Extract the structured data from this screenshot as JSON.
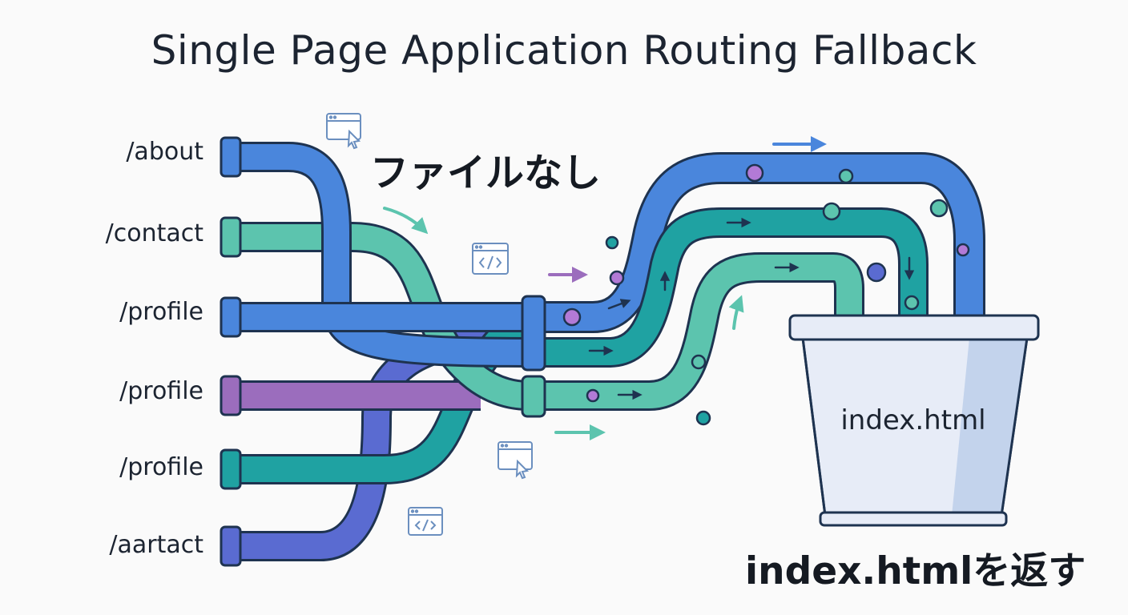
{
  "title": "Single Page Application Routing Fallback",
  "routes": [
    "/about",
    "/contact",
    "/profile",
    "/profile",
    "/profile",
    "/aartact"
  ],
  "no_file_label": "ファイルなし",
  "bucket_label": "index.html",
  "returns_label": "index.htmlを返す",
  "colors": {
    "blue": "#4a86dc",
    "teal": "#5cc4ae",
    "deep_teal": "#1fa2a2",
    "purple": "#9b6dbd",
    "indigo": "#5a6bd1",
    "outline": "#1e3350",
    "bucket_fill": "#e7ecf7"
  },
  "icons": [
    "browser-cursor-icon",
    "browser-code-icon"
  ]
}
